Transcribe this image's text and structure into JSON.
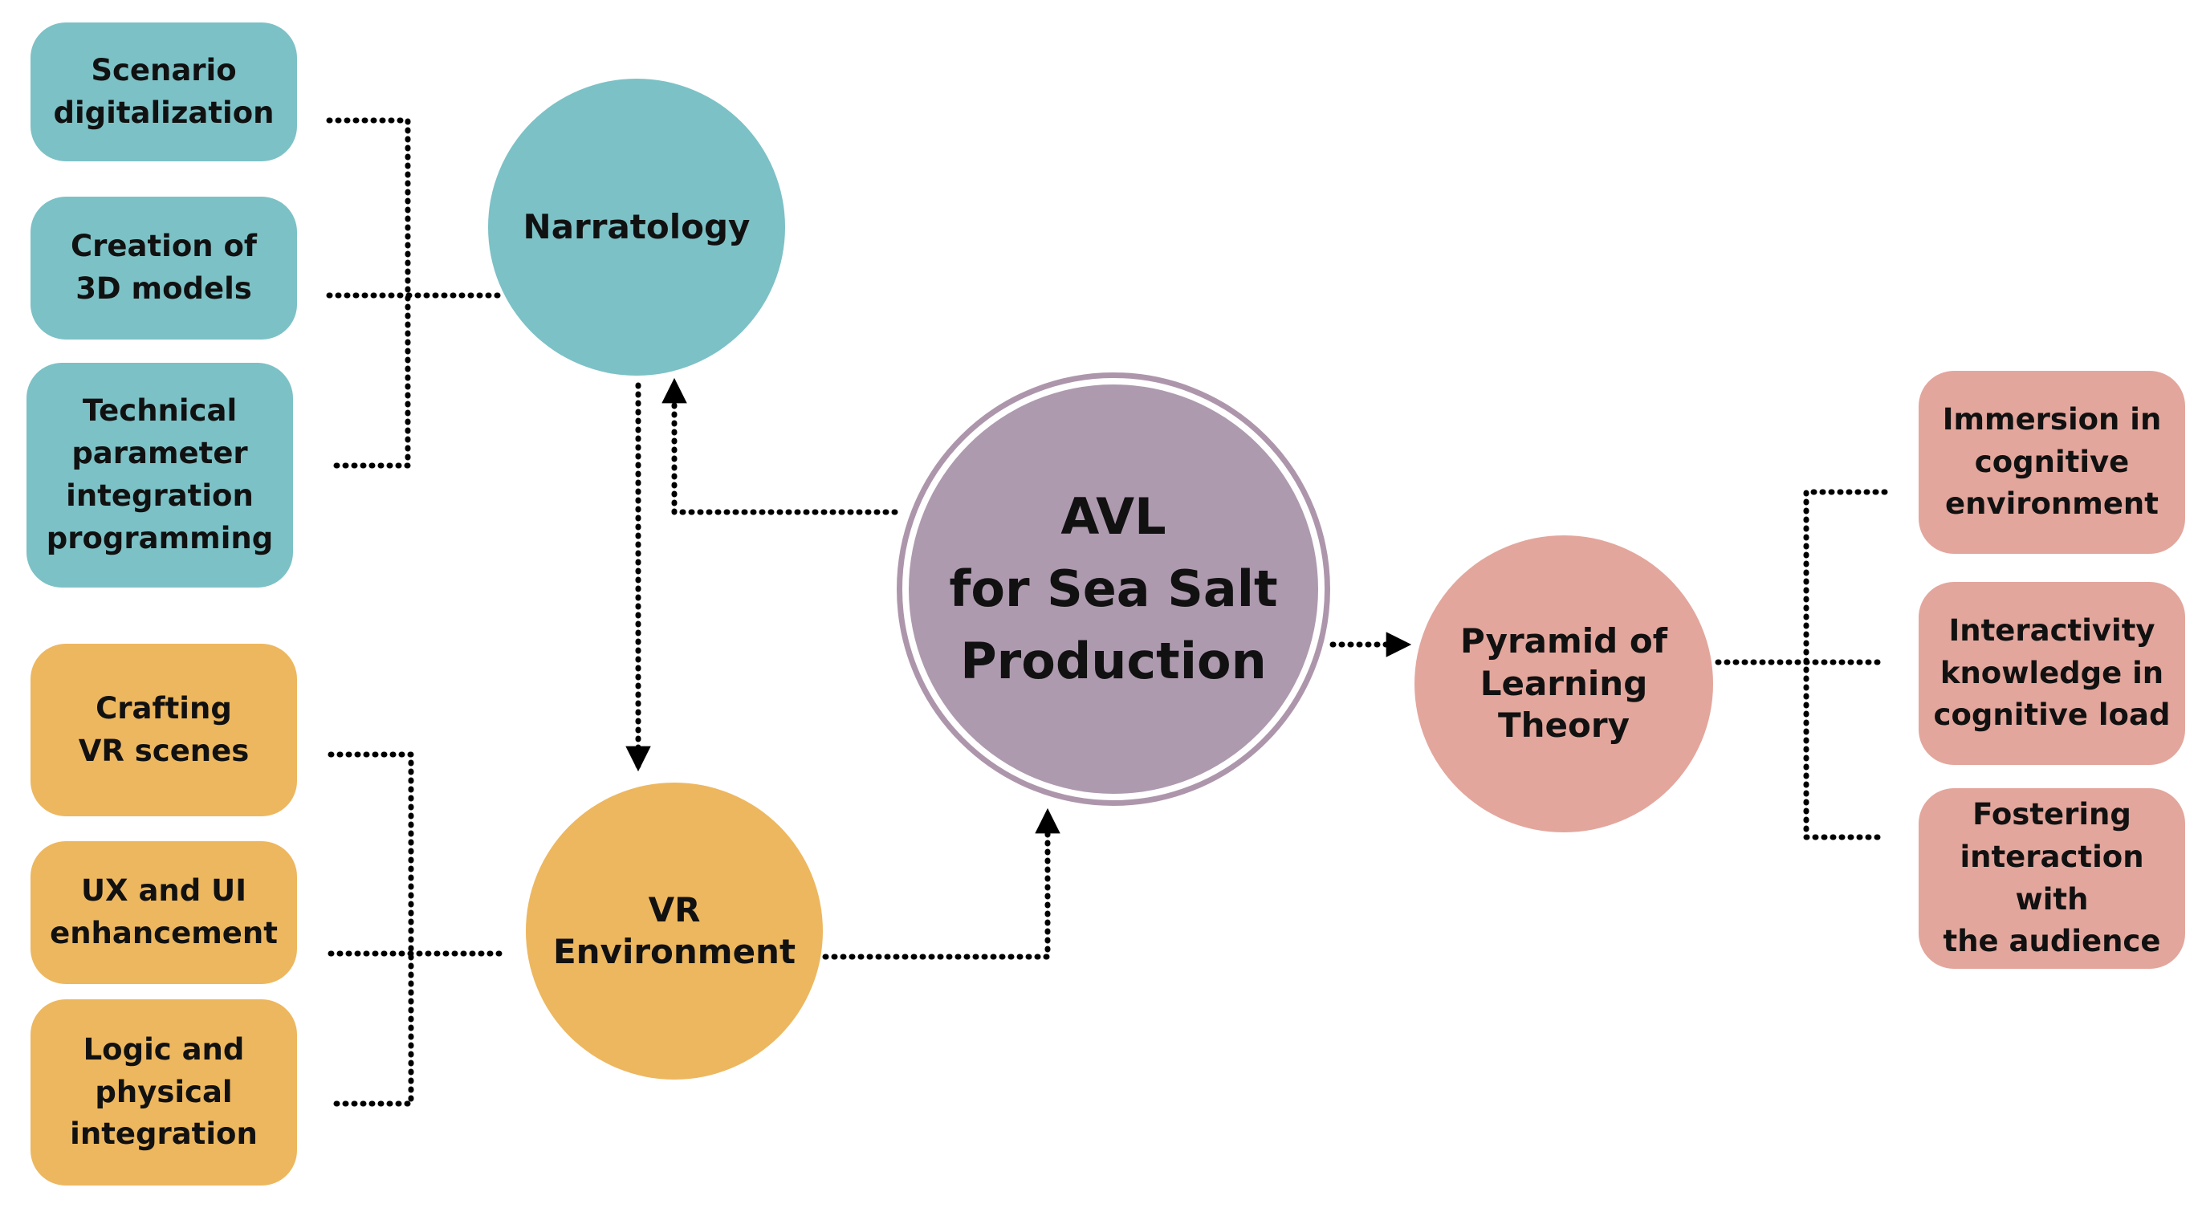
{
  "center": {
    "label": "AVL\nfor Sea Salt\nProduction"
  },
  "narratology": {
    "label": "Narratology",
    "color": "#7cc1c6",
    "items": [
      {
        "label": "Scenario\ndigitalization"
      },
      {
        "label": "Creation of\n3D models"
      },
      {
        "label": "Technical\nparameter\nintegration\nprogramming"
      }
    ]
  },
  "vr_environment": {
    "label": "VR\nEnvironment",
    "color": "#edb75f",
    "items": [
      {
        "label": "Crafting\nVR scenes"
      },
      {
        "label": "UX and UI\nenhancement"
      },
      {
        "label": "Logic and\nphysical\nintegration"
      }
    ]
  },
  "pyramid": {
    "label": "Pyramid of\nLearning\nTheory",
    "color": "#e3a69c",
    "items": [
      {
        "label": "Immersion in\ncognitive\nenvironment"
      },
      {
        "label": "Interactivity\nknowledge in\ncognitive load"
      },
      {
        "label": "Fostering\ninteraction with\nthe audience"
      }
    ]
  },
  "center_color": "#ae9aae",
  "connector_style": "dotted-black"
}
